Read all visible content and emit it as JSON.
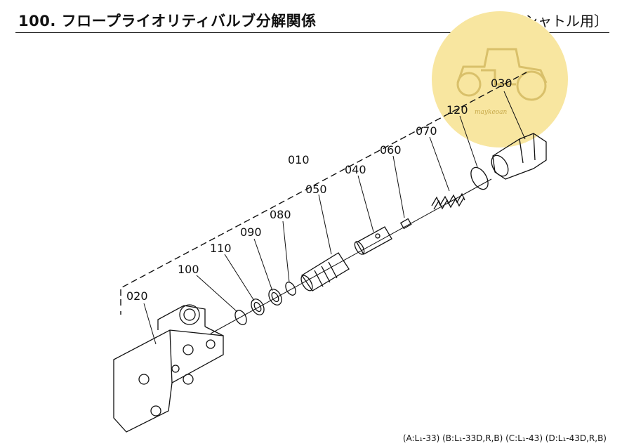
{
  "header": {
    "title": "100. フロープライオリティバルブ分解関係",
    "subtitle": "〔油圧シャトル用〕"
  },
  "watermark": {
    "text": "maykeoan",
    "color": "#f8e6a0"
  },
  "parts": [
    {
      "id": "010",
      "label": "010"
    },
    {
      "id": "020",
      "label": "020"
    },
    {
      "id": "030",
      "label": "030"
    },
    {
      "id": "040",
      "label": "040"
    },
    {
      "id": "050",
      "label": "050"
    },
    {
      "id": "060",
      "label": "060"
    },
    {
      "id": "070",
      "label": "070"
    },
    {
      "id": "080",
      "label": "080"
    },
    {
      "id": "090",
      "label": "090"
    },
    {
      "id": "100",
      "label": "100"
    },
    {
      "id": "110",
      "label": "110"
    },
    {
      "id": "120",
      "label": "120"
    }
  ],
  "footer": {
    "applicability": "(A:L₁-33) (B:L₁-33D,R,B) (C:L₁-43) (D:L₁-43D,R,B)"
  }
}
